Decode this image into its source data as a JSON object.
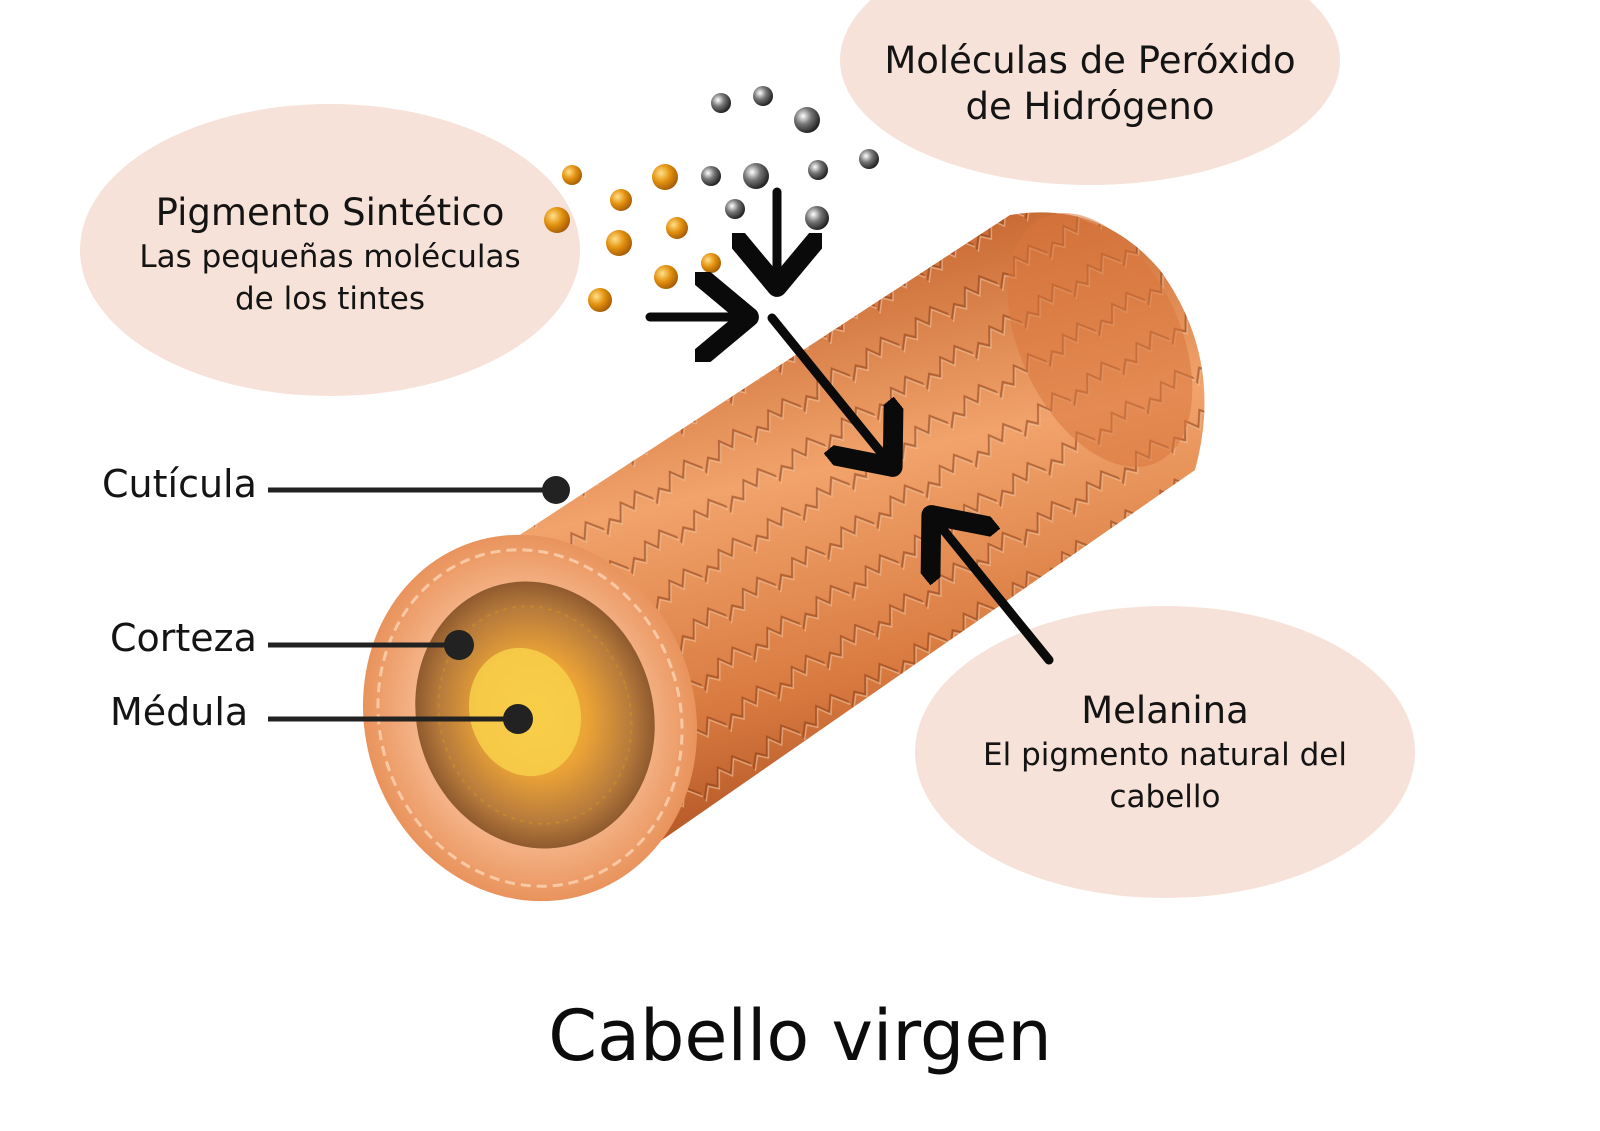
{
  "title": "Cabello virgen",
  "bubbles": {
    "pigment": {
      "title": "Pigmento Sintético",
      "line1": "Las pequeñas moléculas",
      "line2": "de los tintes"
    },
    "peroxide": {
      "line1": "Moléculas de Peróxido",
      "line2": "de Hidrógeno"
    },
    "melanin": {
      "title": "Melanina",
      "line1": "El pigmento natural del",
      "line2": "cabello"
    }
  },
  "labels": {
    "cuticle": "Cutícula",
    "cortex": "Corteza",
    "medulla": "Médula"
  },
  "colors": {
    "bubble": "#f6e2d8",
    "hair_light": "#f0a067",
    "hair_dark": "#b8521f",
    "dye_molecule": "#e08a10",
    "peroxide_molecule": "#555555",
    "arrow": "#0a0a0a"
  },
  "icons": [
    "dye-molecule",
    "peroxide-molecule",
    "arrow-icon",
    "hair-strand"
  ]
}
